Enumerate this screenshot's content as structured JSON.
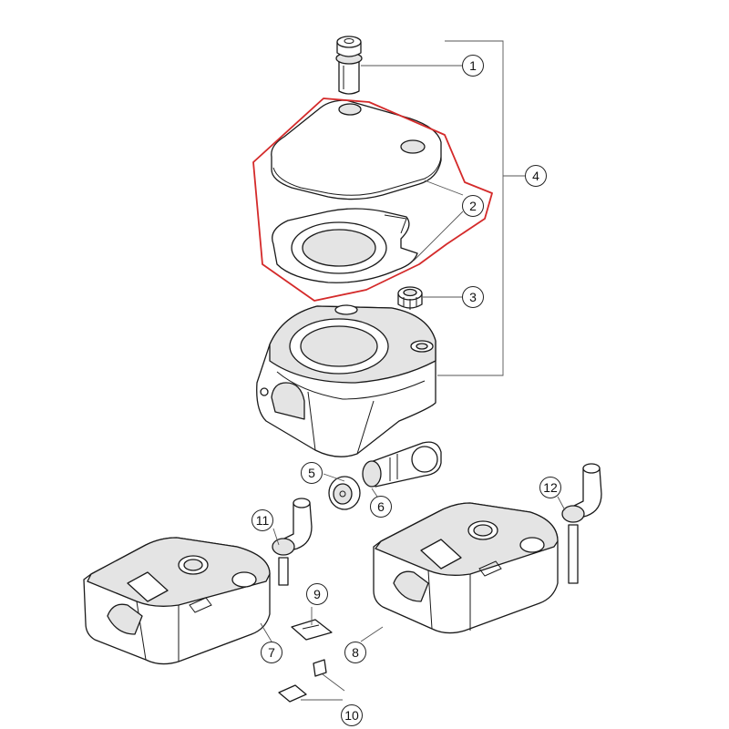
{
  "diagram": {
    "highlight_color": "#d42a2a",
    "callouts": [
      {
        "id": "1",
        "label": "1"
      },
      {
        "id": "2",
        "label": "2"
      },
      {
        "id": "3",
        "label": "3"
      },
      {
        "id": "4",
        "label": "4"
      },
      {
        "id": "5",
        "label": "5"
      },
      {
        "id": "6",
        "label": "6"
      },
      {
        "id": "7",
        "label": "7"
      },
      {
        "id": "8",
        "label": "8"
      },
      {
        "id": "9",
        "label": "9"
      },
      {
        "id": "10",
        "label": "10"
      },
      {
        "id": "11",
        "label": "11"
      },
      {
        "id": "12",
        "label": "12"
      }
    ]
  }
}
